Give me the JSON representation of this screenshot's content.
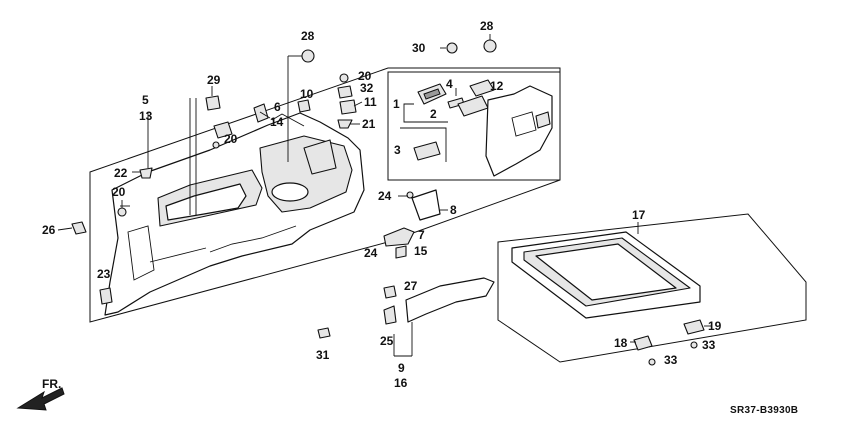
{
  "diagram_code": "SR37-B3930B",
  "direction_label": "FR.",
  "callouts": [
    {
      "id": "c1",
      "text": "1"
    },
    {
      "id": "c2",
      "text": "2"
    },
    {
      "id": "c3",
      "text": "3"
    },
    {
      "id": "c4",
      "text": "4"
    },
    {
      "id": "c5",
      "text": "5"
    },
    {
      "id": "c6",
      "text": "6"
    },
    {
      "id": "c7",
      "text": "7"
    },
    {
      "id": "c8",
      "text": "8"
    },
    {
      "id": "c9",
      "text": "9"
    },
    {
      "id": "c10",
      "text": "10"
    },
    {
      "id": "c11",
      "text": "11"
    },
    {
      "id": "c12",
      "text": "12"
    },
    {
      "id": "c13",
      "text": "13"
    },
    {
      "id": "c14",
      "text": "14"
    },
    {
      "id": "c15",
      "text": "15"
    },
    {
      "id": "c16",
      "text": "16"
    },
    {
      "id": "c17",
      "text": "17"
    },
    {
      "id": "c18",
      "text": "18"
    },
    {
      "id": "c19",
      "text": "19"
    },
    {
      "id": "c20a",
      "text": "20"
    },
    {
      "id": "c20b",
      "text": "20"
    },
    {
      "id": "c20c",
      "text": "20"
    },
    {
      "id": "c21",
      "text": "21"
    },
    {
      "id": "c22",
      "text": "22"
    },
    {
      "id": "c23",
      "text": "23"
    },
    {
      "id": "c24a",
      "text": "24"
    },
    {
      "id": "c24b",
      "text": "24"
    },
    {
      "id": "c25",
      "text": "25"
    },
    {
      "id": "c26",
      "text": "26"
    },
    {
      "id": "c27",
      "text": "27"
    },
    {
      "id": "c28a",
      "text": "28"
    },
    {
      "id": "c28b",
      "text": "28"
    },
    {
      "id": "c29",
      "text": "29"
    },
    {
      "id": "c30",
      "text": "30"
    },
    {
      "id": "c31",
      "text": "31"
    },
    {
      "id": "c32",
      "text": "32"
    },
    {
      "id": "c33a",
      "text": "33"
    },
    {
      "id": "c33b",
      "text": "33"
    }
  ]
}
